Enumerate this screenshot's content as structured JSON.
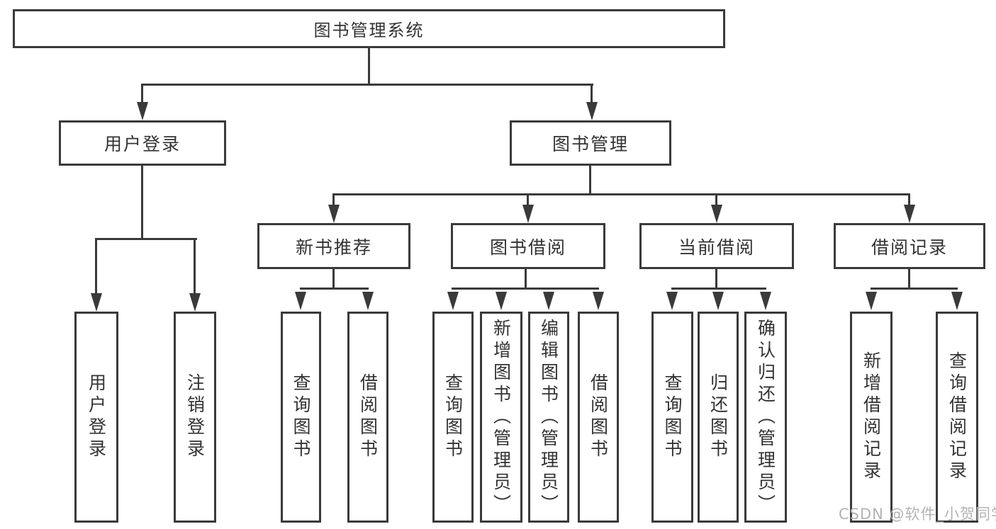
{
  "diagram": {
    "title": "图书管理系统",
    "type": "hierarchy-tree"
  },
  "tree": {
    "label": "图书管理系统",
    "children": [
      {
        "label": "用户登录",
        "children": [
          {
            "label": "用户登录"
          },
          {
            "label": "注销登录"
          }
        ]
      },
      {
        "label": "图书管理",
        "children": [
          {
            "label": "新书推荐",
            "children": [
              {
                "label": "查询图书"
              },
              {
                "label": "借阅图书"
              }
            ]
          },
          {
            "label": "图书借阅",
            "children": [
              {
                "label": "查询图书"
              },
              {
                "label": "新增图书（管理员）"
              },
              {
                "label": "编辑图书（管理员）"
              },
              {
                "label": "借阅图书"
              }
            ]
          },
          {
            "label": "当前借阅",
            "children": [
              {
                "label": "查询图书"
              },
              {
                "label": "归还图书"
              },
              {
                "label": "确认归还（管理员）"
              }
            ]
          },
          {
            "label": "借阅记录",
            "children": [
              {
                "label": "新增借阅记录"
              },
              {
                "label": "查询借阅记录"
              }
            ]
          }
        ]
      }
    ]
  },
  "watermark": {
    "text": "CSDN @软件_小贺同学"
  },
  "colors": {
    "background": "#ffffff",
    "line": "#3a3a3a",
    "text": "#333333",
    "watermark": "#b3b3b3"
  }
}
